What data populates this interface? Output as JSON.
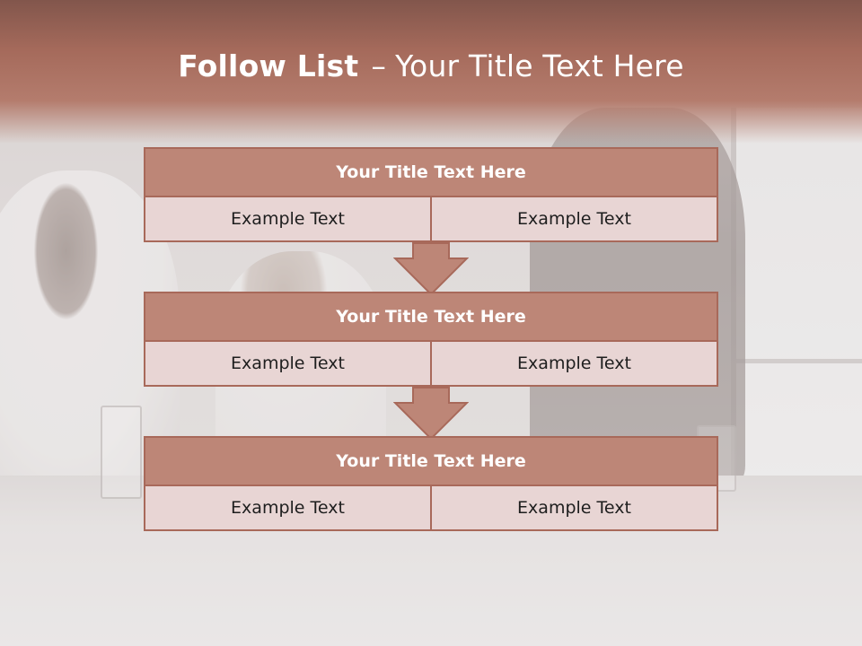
{
  "slide": {
    "title_bold": "Follow List",
    "title_separator": "–",
    "title_rest": "Your Title Text Here"
  },
  "blocks": [
    {
      "title": "Your Title Text Here",
      "cells": [
        "Example Text",
        "Example Text"
      ]
    },
    {
      "title": "Your Title Text Here",
      "cells": [
        "Example Text",
        "Example Text"
      ]
    },
    {
      "title": "Your Title Text Here",
      "cells": [
        "Example Text",
        "Example Text"
      ]
    }
  ],
  "colors": {
    "header": "#a56a5b",
    "block_title_fill": "#bd8677",
    "block_border": "#a8695a",
    "cell_fill": "#e8d5d4",
    "arrow_fill": "#bd8677"
  }
}
